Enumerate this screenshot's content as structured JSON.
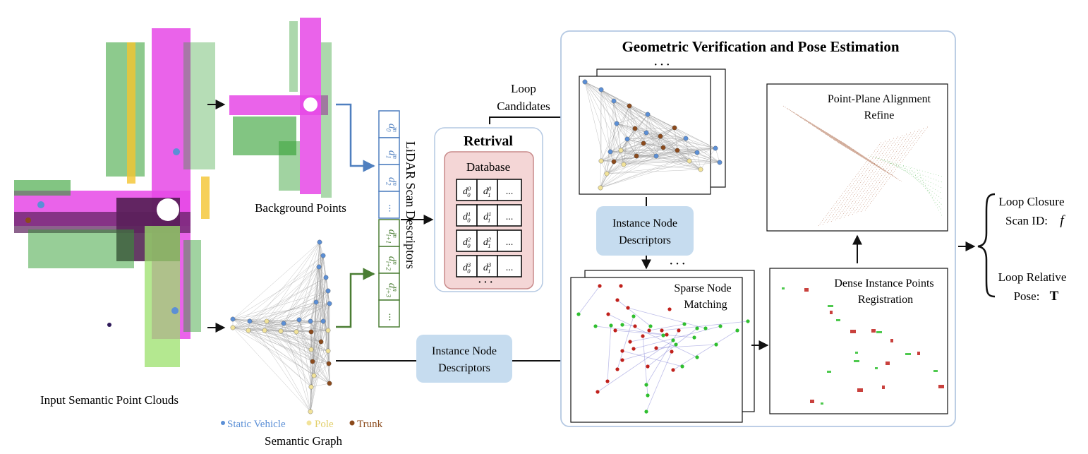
{
  "labels": {
    "input_clouds": "Input Semantic Point Clouds",
    "background_points": "Background Points",
    "semantic_graph": "Semantic Graph",
    "legend": [
      {
        "label": "Static Vehicle",
        "color": "#5b8fd6"
      },
      {
        "label": "Pole",
        "color": "#f2e39a"
      },
      {
        "label": "Trunk",
        "color": "#8b4a1c"
      }
    ],
    "scan_descriptors": "LiDAR Scan Descriptors",
    "descriptor_cells_top": [
      "d_0^n",
      "d_1^n",
      "d_2^n",
      "..."
    ],
    "descriptor_cells_bottom": [
      "d_{i+1}^n",
      "d_{i+2}^n",
      "d_{i+3}^n",
      "..."
    ],
    "retrieval_title": "Retrival",
    "database_title": "Database",
    "database_rows": [
      [
        "d_0^0",
        "d_1^0",
        "..."
      ],
      [
        "d_0^1",
        "d_1^1",
        "..."
      ],
      [
        "d_0^2",
        "d_1^2",
        "..."
      ],
      [
        "d_0^3",
        "d_1^3",
        "..."
      ]
    ],
    "loop_candidates_line1": "Loop",
    "loop_candidates_line2": "Candidates",
    "instance_node_desc_line1": "Instance Node",
    "instance_node_desc_line2": "Descriptors",
    "gv_title": "Geometric Verification and Pose Estimation",
    "sparse_match_line1": "Sparse Node",
    "sparse_match_line2": "Matching",
    "dense_line1": "Dense Instance Points",
    "dense_line2": "Registration",
    "ppa_line1": "Point-Plane Alignment",
    "ppa_line2": "Refine",
    "loop_closure_line1": "Loop Closure",
    "loop_closure_line2": "Scan ID:",
    "loop_closure_symbol": "f",
    "loop_pose_line1": "Loop Relative",
    "loop_pose_line2": "Pose:",
    "loop_pose_symbol": "T",
    "ellipsis": "· · ·"
  },
  "colors": {
    "blue_box_fill": "#c6dcef",
    "pink_box_fill": "#f4d6d6",
    "pink_box_stroke": "#c88a8a",
    "desc_blue": "#4f7fbf",
    "desc_green": "#4a7d33",
    "vehicle": "#5b8fd6",
    "pole": "#f2e39a",
    "trunk": "#8b4a1c",
    "frame_stroke": "#b4c8e2"
  }
}
